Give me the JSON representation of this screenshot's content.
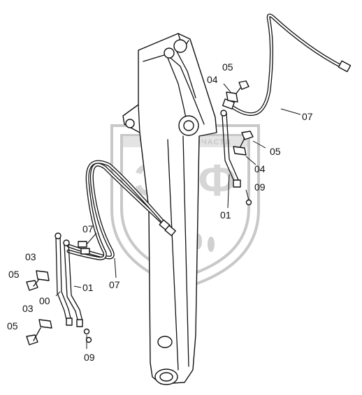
{
  "watermark": {
    "band_text": "ТЕХНИКА ЗАПЧАСТИ",
    "big_text": "ЭПФ"
  },
  "callouts": [
    {
      "id": "label-05-top",
      "text": "05"
    },
    {
      "id": "label-04-top",
      "text": "04"
    },
    {
      "id": "label-07-right",
      "text": "07"
    },
    {
      "id": "label-05-mid",
      "text": "05"
    },
    {
      "id": "label-04-mid",
      "text": "04"
    },
    {
      "id": "label-09-right",
      "text": "09"
    },
    {
      "id": "label-01-right",
      "text": "01"
    },
    {
      "id": "label-07-left-upper",
      "text": "07"
    },
    {
      "id": "label-07-left-lower",
      "text": "07"
    },
    {
      "id": "label-03-upper",
      "text": "03"
    },
    {
      "id": "label-05-left-upper",
      "text": "05"
    },
    {
      "id": "label-00",
      "text": "00"
    },
    {
      "id": "label-01-left",
      "text": "01"
    },
    {
      "id": "label-03-lower",
      "text": "03"
    },
    {
      "id": "label-05-left-lower",
      "text": "05"
    },
    {
      "id": "label-09-bottom",
      "text": "09"
    }
  ]
}
